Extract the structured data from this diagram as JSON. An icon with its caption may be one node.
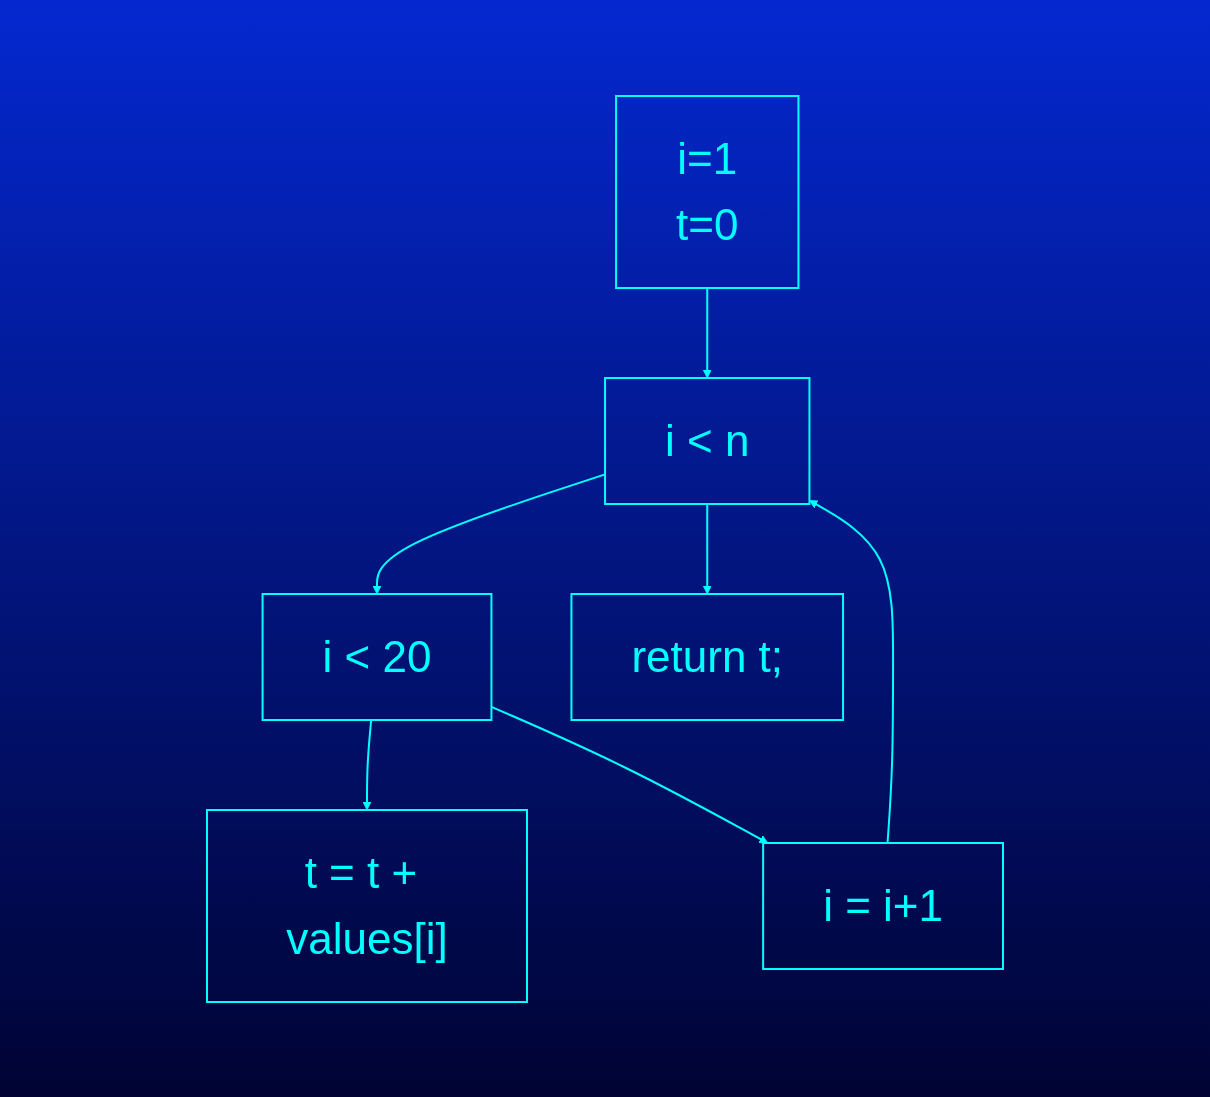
{
  "diagram": {
    "nodes": [
      {
        "text": [
          "i=1",
          "t=0"
        ]
      },
      {
        "text": [
          "i < n"
        ]
      },
      {
        "text": [
          "i < 20"
        ]
      },
      {
        "text": [
          "t = t + values[i]"
        ]
      },
      {
        "text": [
          "return t;"
        ]
      },
      {
        "text": [
          "i = i+1"
        ]
      }
    ],
    "edges": [
      {
        "from": 0,
        "to": 1,
        "arrow": "to"
      },
      {
        "from": 1,
        "to": 2,
        "arrow": "to"
      },
      {
        "from": 1,
        "to": 4,
        "arrow": "to"
      },
      {
        "from": 2,
        "to": 3,
        "arrow": "to"
      },
      {
        "from": 2,
        "to": 5,
        "arrow": "to"
      },
      {
        "from": 5,
        "to": 1,
        "arrow": "to"
      }
    ]
  }
}
